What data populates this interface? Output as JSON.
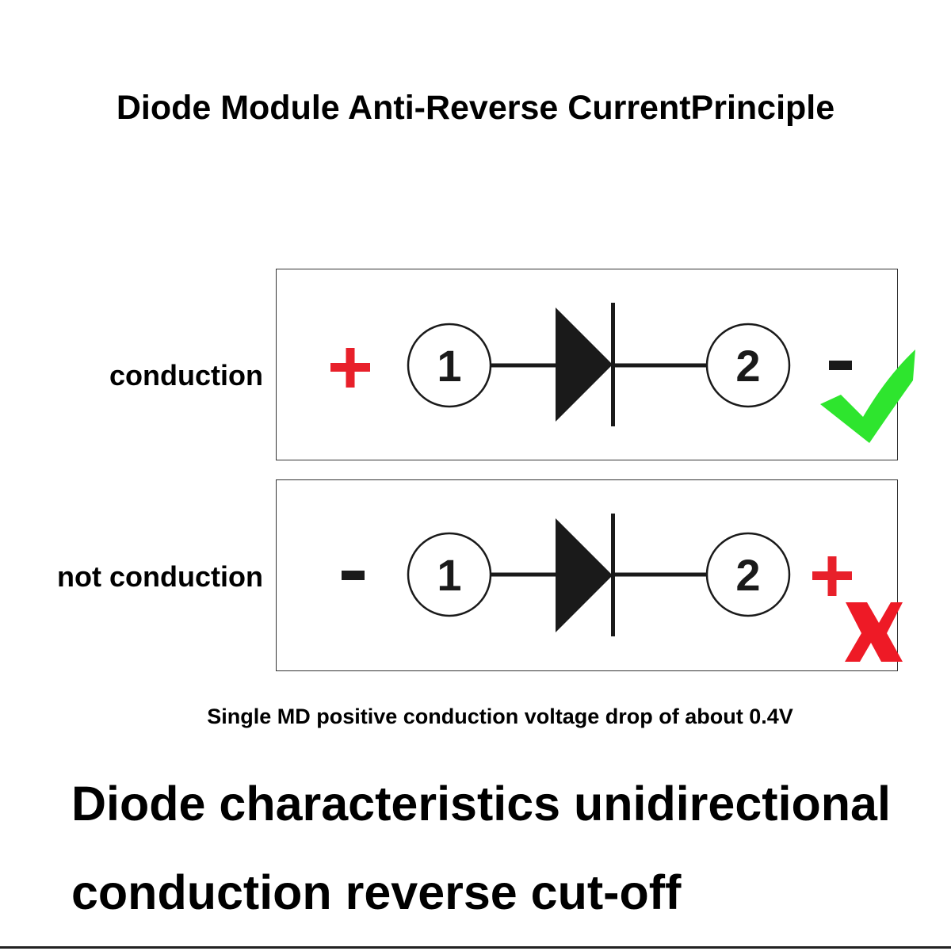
{
  "title": "Diode Module Anti-Reverse CurrentPrinciple",
  "rows": [
    {
      "label": "conduction",
      "left_sign": "+",
      "right_sign": "-",
      "left_sign_color": "#e8202a",
      "right_sign_color": "#1a1a1a",
      "terminal_1": "1",
      "terminal_2": "2",
      "status_icon": "check-icon",
      "status_color": "#2ee52e"
    },
    {
      "label": "not conduction",
      "left_sign": "-",
      "right_sign": "+",
      "left_sign_color": "#1a1a1a",
      "right_sign_color": "#e8202a",
      "terminal_1": "1",
      "terminal_2": "2",
      "status_icon": "cross-icon",
      "status_color": "#ee1a26"
    }
  ],
  "note": "Single MD positive conduction voltage drop of about 0.4V",
  "footer": {
    "line1": "Diode characteristics unidirectional",
    "line2": "conduction reverse cut-off"
  }
}
